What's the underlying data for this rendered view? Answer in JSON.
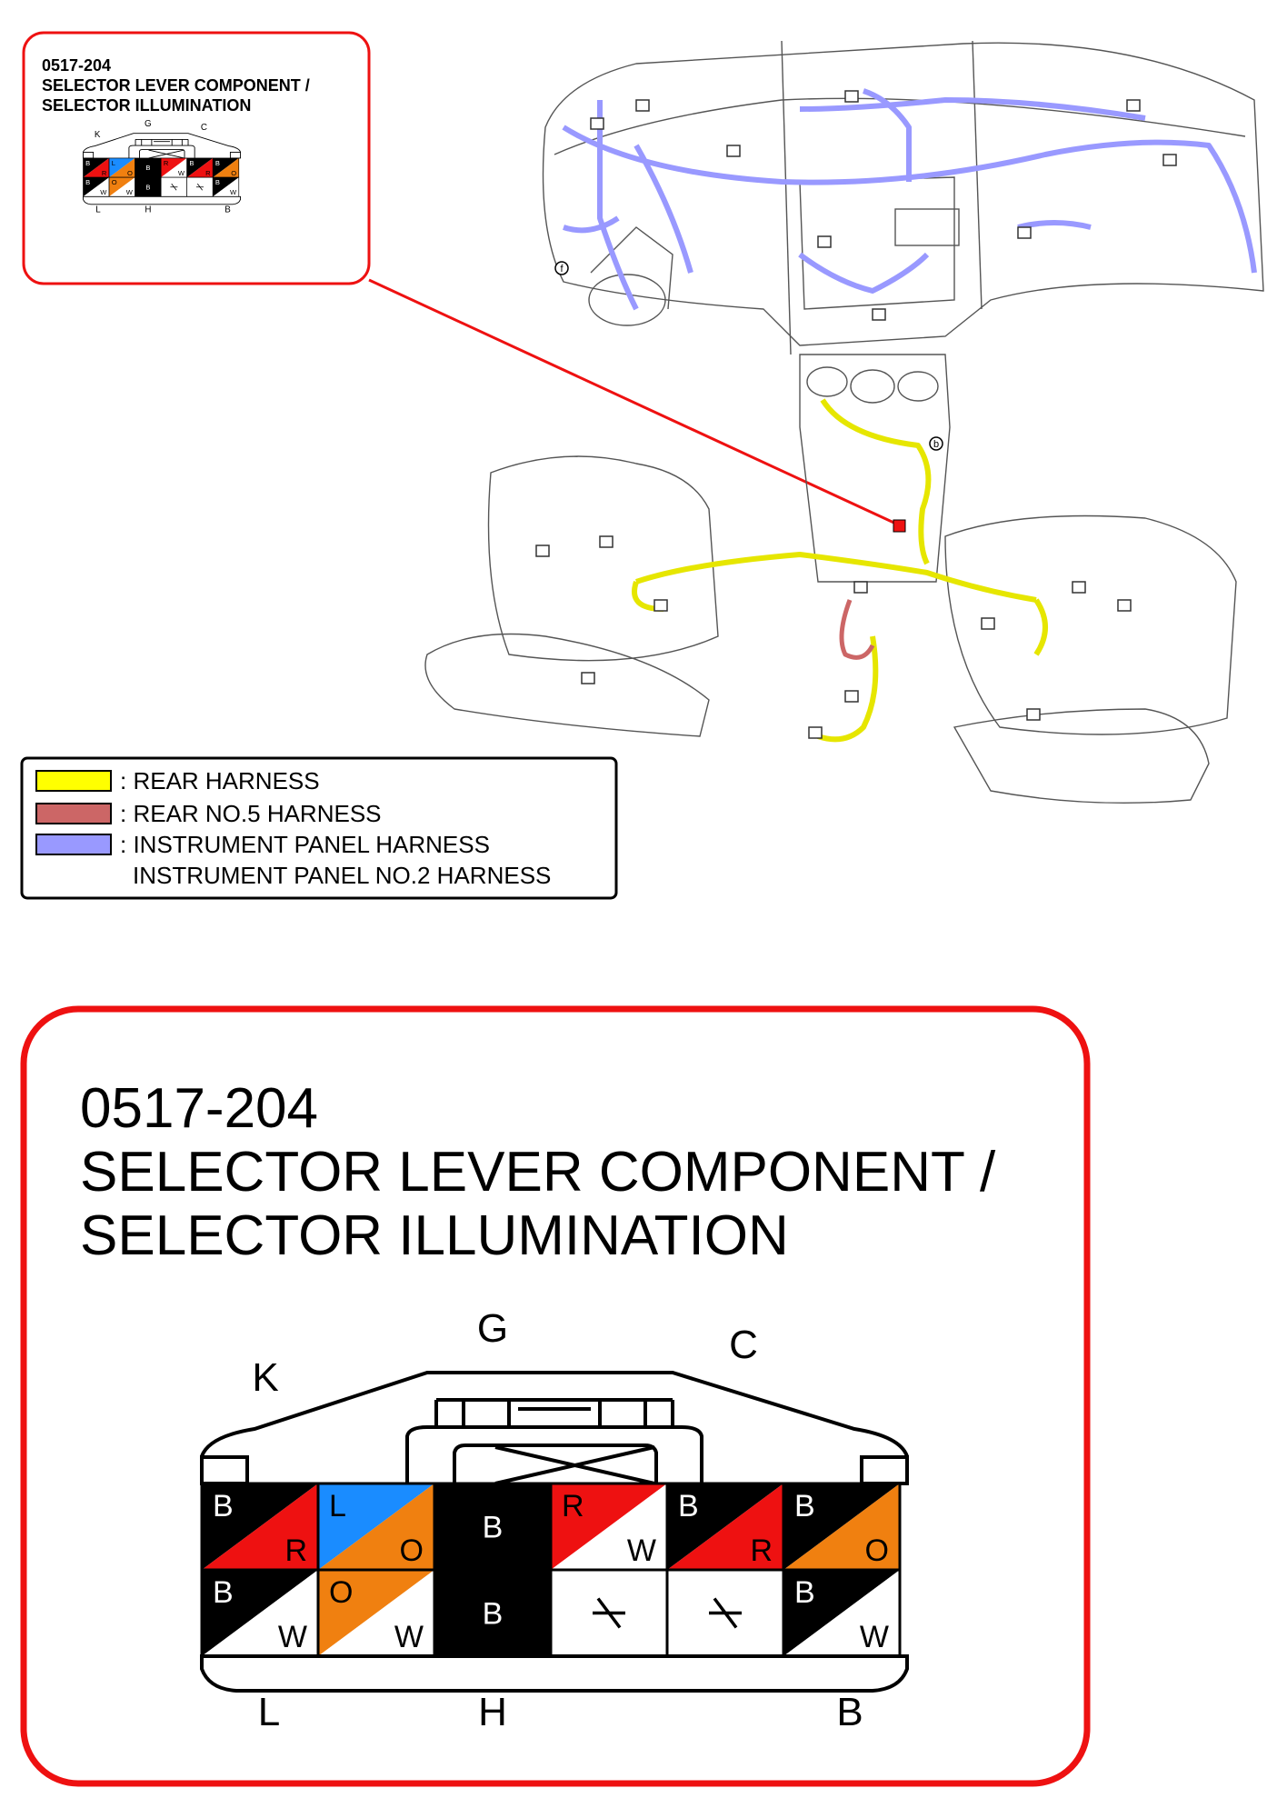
{
  "connector": {
    "code": "0517-204",
    "name_line1": "SELECTOR LEVER COMPONENT /",
    "name_line2": "SELECTOR ILLUMINATION",
    "pin_letters": {
      "top_left": "K",
      "top_mid": "G",
      "top_right": "C",
      "bottom_left": "L",
      "bottom_mid": "H",
      "bottom_right": "B"
    },
    "top_row": [
      {
        "upper": "B",
        "lower": "R",
        "upper_color": "#000000",
        "lower_color": "#ee1111"
      },
      {
        "upper": "L",
        "lower": "O",
        "upper_color": "#1a8cff",
        "lower_color": "#f08010"
      },
      {
        "center": "B",
        "fill": "#000000"
      },
      {
        "upper": "R",
        "lower": "W",
        "upper_color": "#ee1111",
        "lower_color": "#ffffff"
      },
      {
        "upper": "B",
        "lower": "R",
        "upper_color": "#000000",
        "lower_color": "#ee1111"
      },
      {
        "upper": "B",
        "lower": "O",
        "upper_color": "#000000",
        "lower_color": "#f08010"
      }
    ],
    "bottom_row": [
      {
        "upper": "B",
        "lower": "W",
        "upper_color": "#000000",
        "lower_color": "#ffffff"
      },
      {
        "upper": "O",
        "lower": "W",
        "upper_color": "#f08010",
        "lower_color": "#ffffff"
      },
      {
        "center": "B",
        "fill": "#000000"
      },
      {
        "center": "*",
        "fill": "#ffffff"
      },
      {
        "center": "*",
        "fill": "#ffffff"
      },
      {
        "upper": "B",
        "lower": "W",
        "upper_color": "#000000",
        "lower_color": "#ffffff"
      }
    ]
  },
  "legend": {
    "items": [
      {
        "swatch": "#ffff00",
        "label": ": REAR HARNESS"
      },
      {
        "swatch": "#cc6666",
        "label": ": REAR NO.5 HARNESS"
      },
      {
        "swatch": "#9999ff",
        "label": ": INSTRUMENT PANEL HARNESS"
      }
    ],
    "extra_line": "INSTRUMENT PANEL NO.2 HARNESS"
  },
  "harness_labels": {
    "left_marker": "f",
    "center_marker": "b"
  },
  "colors": {
    "frame_red": "#ee1111",
    "rear": "#ffff00",
    "rear5": "#cc6666",
    "ip": "#9999ff"
  }
}
